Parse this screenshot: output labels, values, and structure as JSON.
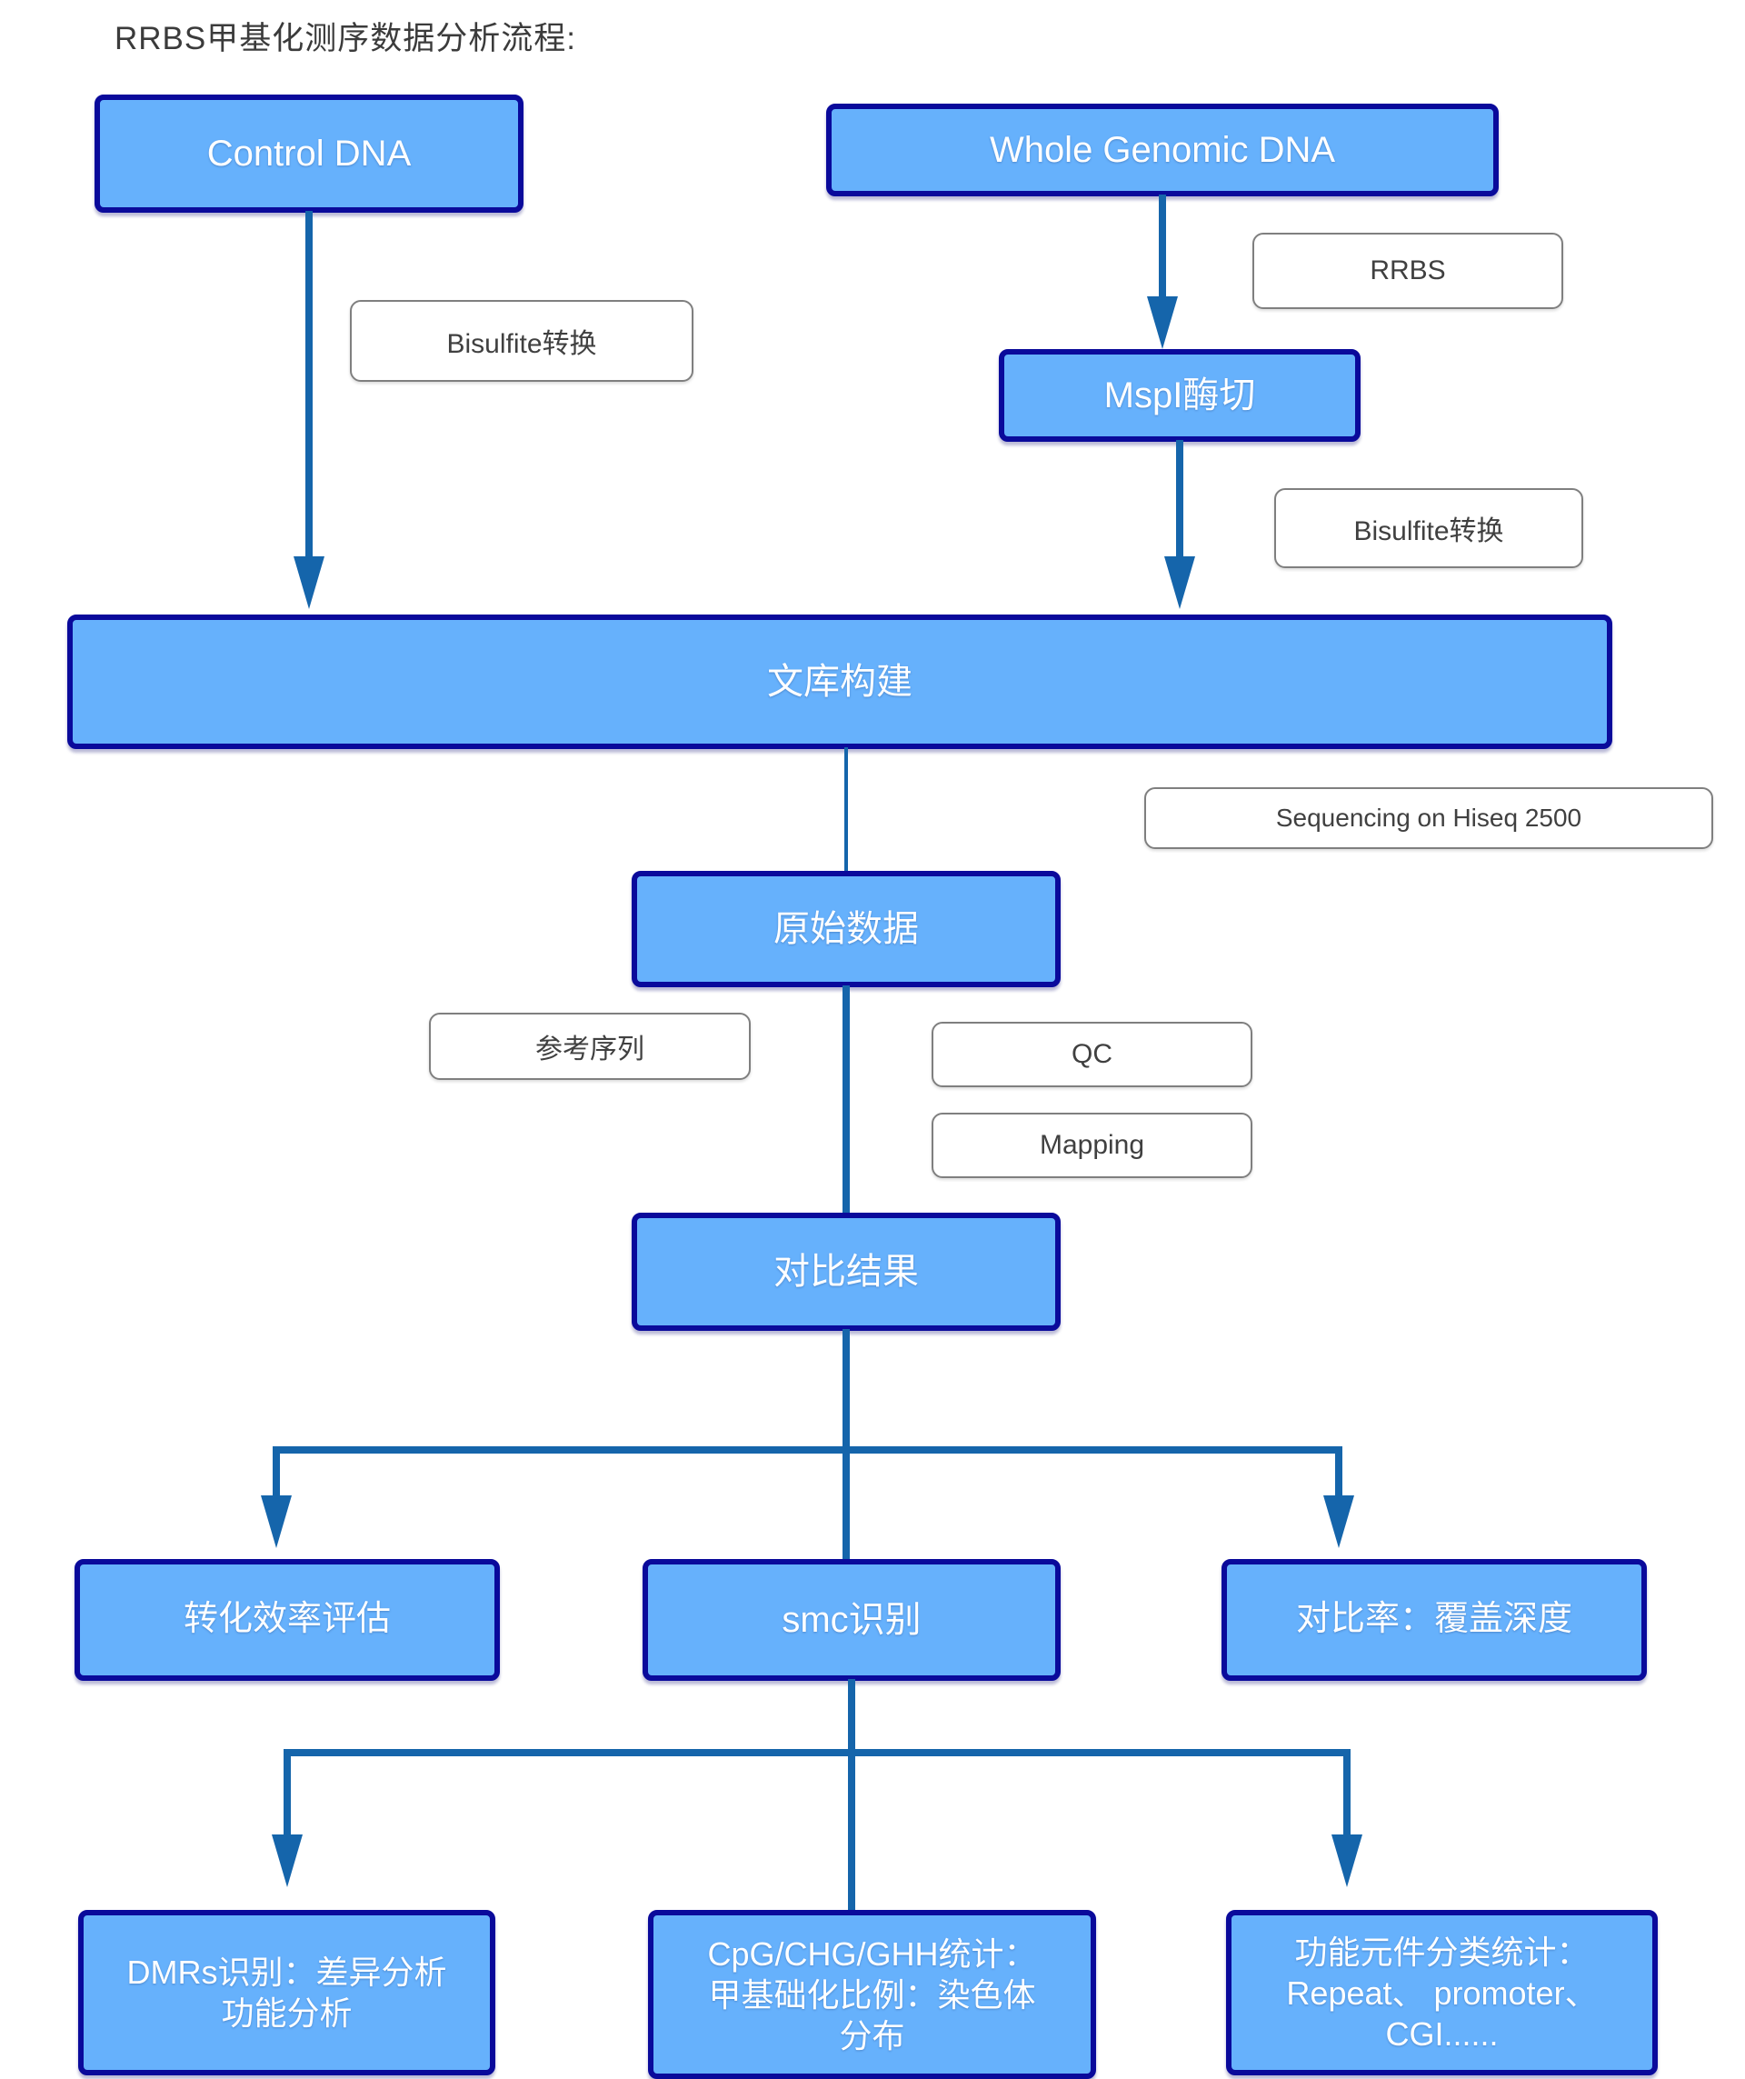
{
  "title": "RRBS甲基化测序数据分析流程:",
  "colors": {
    "background": "#ffffff",
    "node_fill": "#66b1fc",
    "node_border": "#0a0a9b",
    "node_text": "#ffffff",
    "connector": "#1565ab",
    "label_border": "#7f7f7f",
    "label_text": "#404040",
    "title_text": "#3b3b3b"
  },
  "nodes": {
    "control_dna": "Control DNA",
    "whole_genomic_dna": "Whole Genomic DNA",
    "mspi_digestion": "MspI酶切",
    "library_construction": "文库构建",
    "raw_data": "原始数据",
    "alignment_result": "对比结果",
    "conversion_efficiency": "转化效率评估",
    "smc_identification": "smc识别",
    "alignment_rate": "对比率：覆盖深度",
    "dmrs_identification": "DMRs识别：差异分析\n功能分析",
    "cpg_stats": "CpG/CHG/GHH统计：\n甲基础化比例：染色体\n分布",
    "functional_elements": "功能元件分类统计：\nRepeat、 promoter、\nCGI......"
  },
  "step_labels": {
    "rrbs": "RRBS",
    "bisulfite_left": "Bisulfite转换",
    "bisulfite_right": "Bisulfite转换",
    "sequencing": "Sequencing on Hiseq 2500",
    "reference_seq": "参考序列",
    "qc": "QC",
    "mapping": "Mapping"
  }
}
